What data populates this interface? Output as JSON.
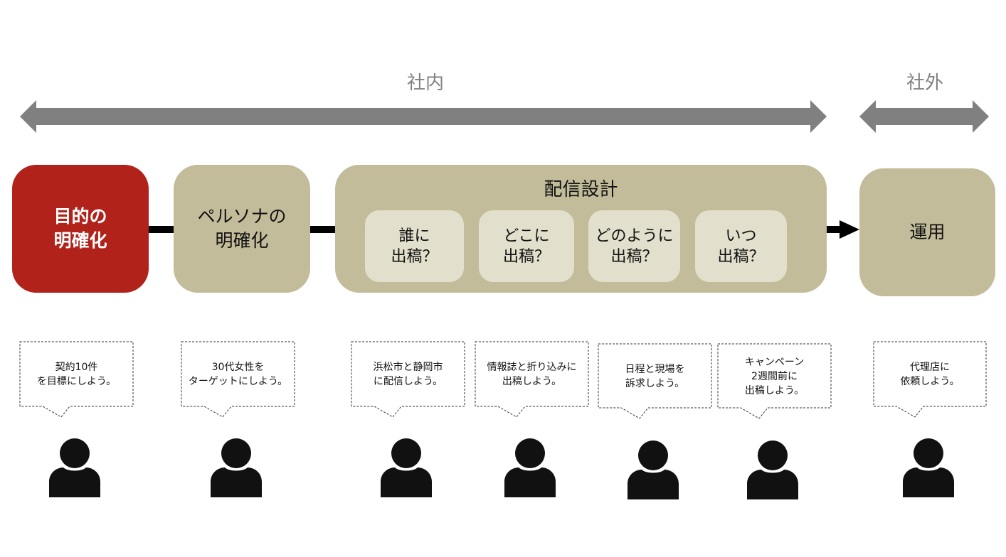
{
  "scope": {
    "internal_label": "社内",
    "external_label": "社外",
    "arrow_color": "#808080"
  },
  "steps": {
    "goal": "目的の\n明確化",
    "persona": "ペルソナの\n明確化",
    "design": {
      "title": "配信設計",
      "questions": [
        "誰に\n出稿？",
        "どこに\n出稿？",
        "どのように\n出稿？",
        "いつ\n出稿？"
      ]
    },
    "operation": "運用"
  },
  "bubbles": [
    "契約10件\nを目標にしよう。",
    "30代女性を\nターゲットにしよう。",
    "浜松市と静岡市\nに配信しよう。",
    "情報誌と折り込みに\n出稿しよう。",
    "日程と現場を\n訴求しよう。",
    "キャンペーン\n2週間前に\n出稿しよう。",
    "代理店に\n依頼しよう。"
  ],
  "colors": {
    "goal_fill": "#b0221a",
    "step_fill": "#c3bc9a",
    "question_fill": "#e2dfcc",
    "person_fill": "#111111"
  },
  "icons": {
    "person": "person-icon"
  }
}
